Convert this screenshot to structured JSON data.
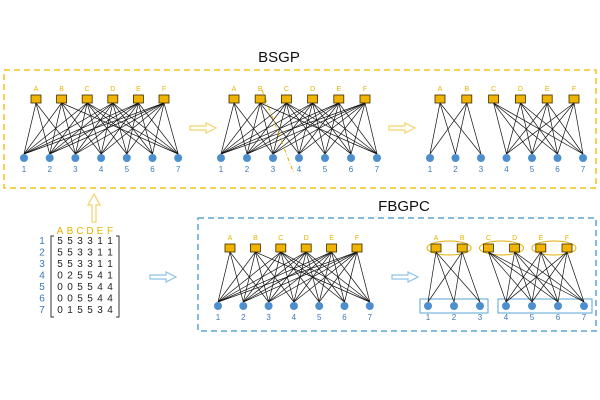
{
  "titles": {
    "bsgp": "BSGP",
    "fbgpc": "FBGPC"
  },
  "colors": {
    "bsgp_frame": "#f2c41b",
    "fbgpc_frame": "#5aa6d6",
    "top_node_fill": "#f0b400",
    "top_node_stroke": "#3a2a00",
    "bottom_node_fill": "#4d8fce",
    "arrow_yellow": "#f2d36b",
    "arrow_blue": "#8ec4e6",
    "top_label": "#e6b400",
    "bottom_label": "#3a78b8",
    "edge": "#111111",
    "cut": "#e0b000"
  },
  "top_nodes": [
    "A",
    "B",
    "C",
    "D",
    "E",
    "F"
  ],
  "bottom_nodes": [
    "1",
    "2",
    "3",
    "4",
    "5",
    "6",
    "7"
  ],
  "matrix": {
    "columns": [
      "A",
      "B",
      "C",
      "D",
      "E",
      "F"
    ],
    "rows": [
      {
        "label": "1",
        "values": [
          5,
          5,
          3,
          3,
          1,
          1
        ]
      },
      {
        "label": "2",
        "values": [
          5,
          5,
          3,
          3,
          1,
          1
        ]
      },
      {
        "label": "3",
        "values": [
          5,
          5,
          3,
          3,
          1,
          1
        ]
      },
      {
        "label": "4",
        "values": [
          0,
          2,
          5,
          5,
          4,
          1
        ]
      },
      {
        "label": "5",
        "values": [
          0,
          0,
          5,
          5,
          4,
          4
        ]
      },
      {
        "label": "6",
        "values": [
          0,
          0,
          5,
          5,
          4,
          4
        ]
      },
      {
        "label": "7",
        "values": [
          0,
          1,
          5,
          5,
          3,
          4
        ]
      }
    ]
  },
  "graphs": {
    "full_edges": [
      [
        "A",
        "1"
      ],
      [
        "A",
        "2"
      ],
      [
        "A",
        "3"
      ],
      [
        "B",
        "1"
      ],
      [
        "B",
        "2"
      ],
      [
        "B",
        "3"
      ],
      [
        "B",
        "4"
      ],
      [
        "B",
        "7"
      ],
      [
        "C",
        "1"
      ],
      [
        "C",
        "2"
      ],
      [
        "C",
        "3"
      ],
      [
        "C",
        "4"
      ],
      [
        "C",
        "5"
      ],
      [
        "C",
        "6"
      ],
      [
        "C",
        "7"
      ],
      [
        "D",
        "1"
      ],
      [
        "D",
        "2"
      ],
      [
        "D",
        "3"
      ],
      [
        "D",
        "4"
      ],
      [
        "D",
        "5"
      ],
      [
        "D",
        "6"
      ],
      [
        "D",
        "7"
      ],
      [
        "E",
        "1"
      ],
      [
        "E",
        "2"
      ],
      [
        "E",
        "3"
      ],
      [
        "E",
        "4"
      ],
      [
        "E",
        "5"
      ],
      [
        "E",
        "6"
      ],
      [
        "E",
        "7"
      ],
      [
        "F",
        "1"
      ],
      [
        "F",
        "2"
      ],
      [
        "F",
        "3"
      ],
      [
        "F",
        "4"
      ],
      [
        "F",
        "5"
      ],
      [
        "F",
        "6"
      ],
      [
        "F",
        "7"
      ]
    ],
    "partitioned_edges": [
      [
        "A",
        "1"
      ],
      [
        "A",
        "2"
      ],
      [
        "A",
        "3"
      ],
      [
        "B",
        "1"
      ],
      [
        "B",
        "2"
      ],
      [
        "B",
        "3"
      ],
      [
        "C",
        "4"
      ],
      [
        "C",
        "5"
      ],
      [
        "C",
        "6"
      ],
      [
        "C",
        "7"
      ],
      [
        "D",
        "4"
      ],
      [
        "D",
        "5"
      ],
      [
        "D",
        "6"
      ],
      [
        "D",
        "7"
      ],
      [
        "E",
        "4"
      ],
      [
        "E",
        "5"
      ],
      [
        "E",
        "6"
      ],
      [
        "E",
        "7"
      ],
      [
        "F",
        "4"
      ],
      [
        "F",
        "5"
      ],
      [
        "F",
        "6"
      ],
      [
        "F",
        "7"
      ]
    ],
    "coclusters": {
      "top": [
        [
          "A",
          "B"
        ],
        [
          "C",
          "D"
        ],
        [
          "E",
          "F"
        ]
      ],
      "bottom": [
        [
          "1",
          "2",
          "3"
        ],
        [
          "4",
          "5",
          "6",
          "7"
        ]
      ]
    }
  }
}
